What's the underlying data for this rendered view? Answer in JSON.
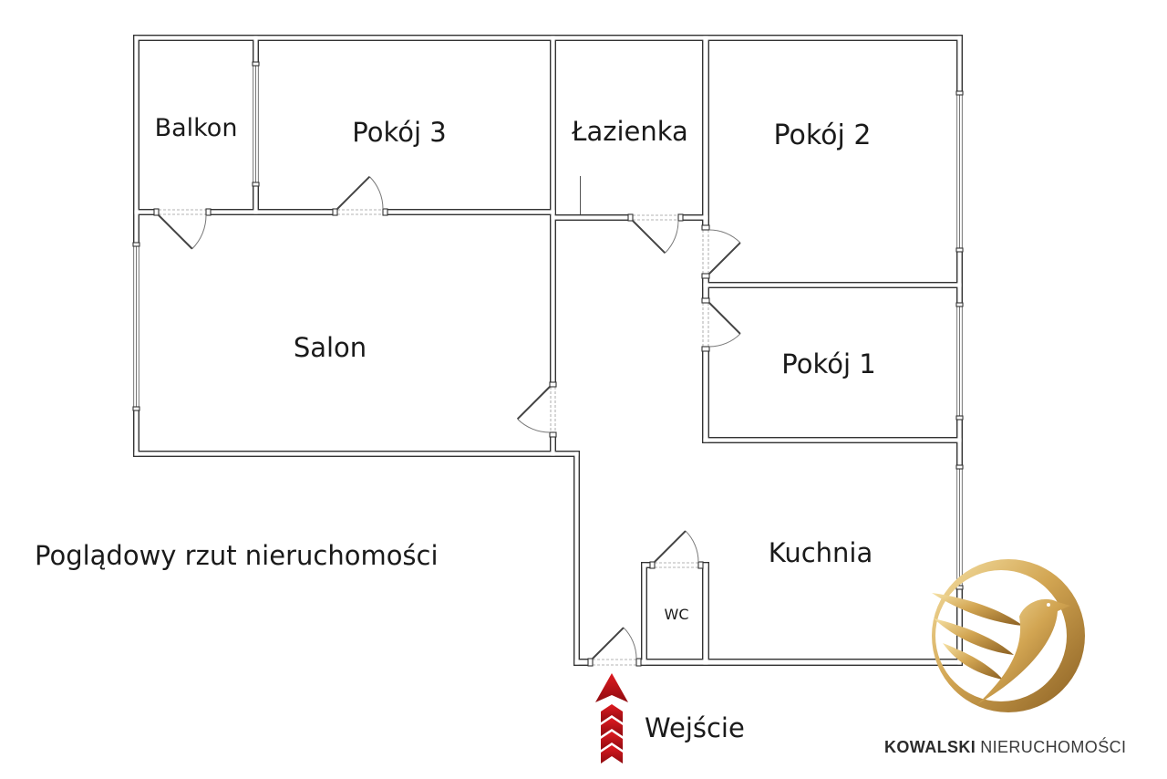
{
  "rooms": {
    "balkon": "Balkon",
    "pokoj_3": "Pokój 3",
    "lazienka": "Łazienka",
    "pokoj_2": "Pokój 2",
    "salon": "Salon",
    "pokoj_1": "Pokój 1",
    "kuchnia": "Kuchnia",
    "wc": "WC"
  },
  "caption": "Poglądowy rzut nieruchomości",
  "entrance": {
    "label": "Wejście",
    "icon": "red-up-arrow-icon"
  },
  "logo": {
    "brand": "KOWALSKI",
    "suffix": "NIERUCHOMOŚCI",
    "icon": "gold-bird-circle-logo"
  },
  "colors": {
    "background": "#ffffff",
    "wall": "#333333",
    "text": "#1a1a1a",
    "arrow": "#c8141a",
    "logo_gold": "#c99a45"
  }
}
